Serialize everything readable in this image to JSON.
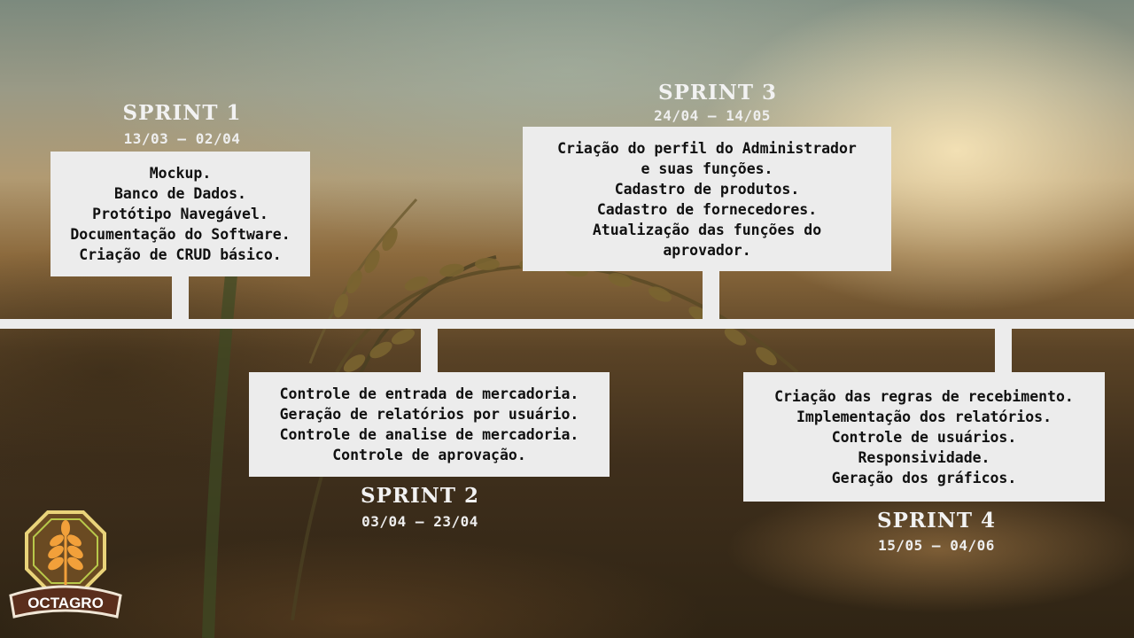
{
  "sprints": [
    {
      "title": "SPRINT 1",
      "dates": "13/03 – 02/04",
      "items": [
        "Mockup.",
        "Banco de Dados.",
        "Protótipo Navegável.",
        "Documentação do Software.",
        "Criação de CRUD básico."
      ]
    },
    {
      "title": "SPRINT 2",
      "dates": "03/04 – 23/04",
      "items": [
        "Controle de entrada de mercadoria.",
        "Geração de relatórios por usuário.",
        "Controle de analise de mercadoria.",
        "Controle de aprovação."
      ]
    },
    {
      "title": "SPRINT 3",
      "dates": "24/04 – 14/05",
      "items": [
        "Criação do perfil do Administrador",
        "e suas funções.",
        "Cadastro de produtos.",
        "Cadastro de fornecedores.",
        "Atualização das funções do",
        "aprovador."
      ]
    },
    {
      "title": "SPRINT 4",
      "dates": "15/05 – 04/06",
      "items": [
        "Criação das regras de recebimento.",
        "Implementação dos relatórios.",
        "Controle de usuários.",
        "Responsividade.",
        "Geração dos gráficos."
      ]
    }
  ],
  "logo": {
    "text": "OCTAGRO",
    "icon": "wheat-icon"
  },
  "colors": {
    "box": "#ececec",
    "line": "#ececec",
    "logo_orange": "#f2a03a",
    "logo_brown": "#5a2e1c"
  }
}
